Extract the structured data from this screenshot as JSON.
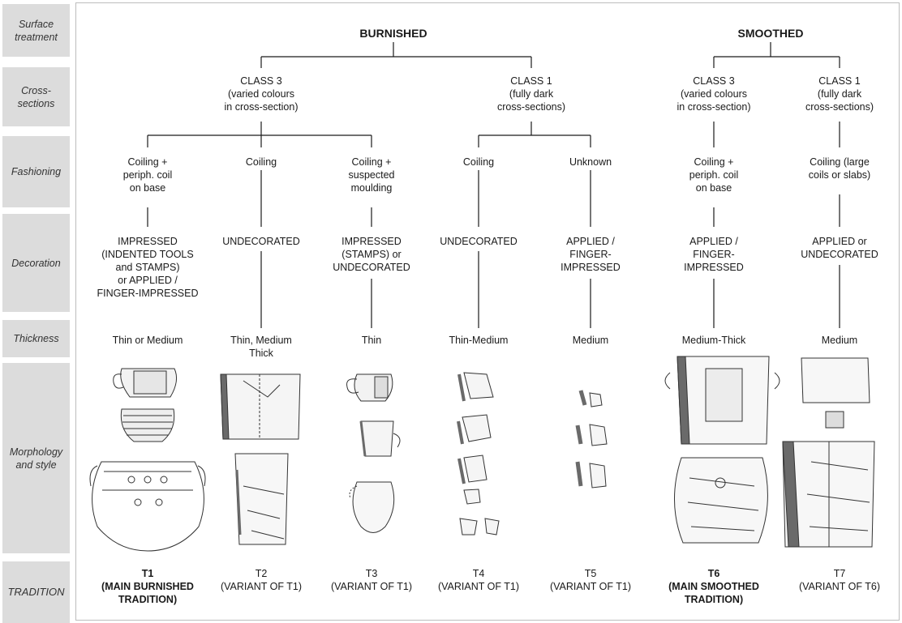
{
  "row_labels": {
    "surface_treatment": "Surface treatment",
    "cross_sections": "Cross-sections",
    "fashioning": "Fashioning",
    "decoration": "Decoration",
    "thickness": "Thickness",
    "morphology": "Morphology and style",
    "tradition": "TRADITION"
  },
  "surface": {
    "burnished": "BURNISHED",
    "smoothed": "SMOOTHED"
  },
  "classes": {
    "b_class3": "CLASS 3\n(varied colours\nin cross-section)",
    "b_class1": "CLASS 1\n(fully dark\ncross-sections)",
    "s_class3": "CLASS 3\n(varied colours\nin cross-section)",
    "s_class1": "CLASS 1\n(fully dark\ncross-sections)"
  },
  "fashioning": {
    "t1": "Coiling +\nperiph. coil\non base",
    "t2": "Coiling",
    "t3": "Coiling +\nsuspected\nmoulding",
    "t4": "Coiling",
    "t5": "Unknown",
    "t6": "Coiling +\nperiph. coil\non base",
    "t7": "Coiling (large\ncoils or slabs)"
  },
  "decoration": {
    "t1": "IMPRESSED\n(INDENTED TOOLS\nand STAMPS)\nor APPLIED /\nFINGER-IMPRESSED",
    "t2": "UNDECORATED",
    "t3": "IMPRESSED\n(STAMPS) or\nUNDECORATED",
    "t4": "UNDECORATED",
    "t5": "APPLIED /\nFINGER-\nIMPRESSED",
    "t6": "APPLIED /\nFINGER-\nIMPRESSED",
    "t7": "APPLIED or\nUNDECORATED"
  },
  "thickness": {
    "t1": "Thin or Medium",
    "t2": "Thin, Medium\nThick",
    "t3": "Thin",
    "t4": "Thin-Medium",
    "t5": "Medium",
    "t6": "Medium-Thick",
    "t7": "Medium"
  },
  "tradition": {
    "t1": "T1\n(MAIN BURNISHED\nTRADITION)",
    "t2": "T2\n(VARIANT OF T1)",
    "t3": "T3\n(VARIANT OF T1)",
    "t4": "T4\n(VARIANT OF T1)",
    "t5": "T5\n(VARIANT OF T1)",
    "t6": "T6\n(MAIN SMOOTHED\nTRADITION)",
    "t7": "T7\n(VARIANT OF T6)"
  },
  "colors": {
    "label_bg": "#dcdcdc",
    "line": "#1a1a1a",
    "section_fill": "#6a6a6a"
  }
}
